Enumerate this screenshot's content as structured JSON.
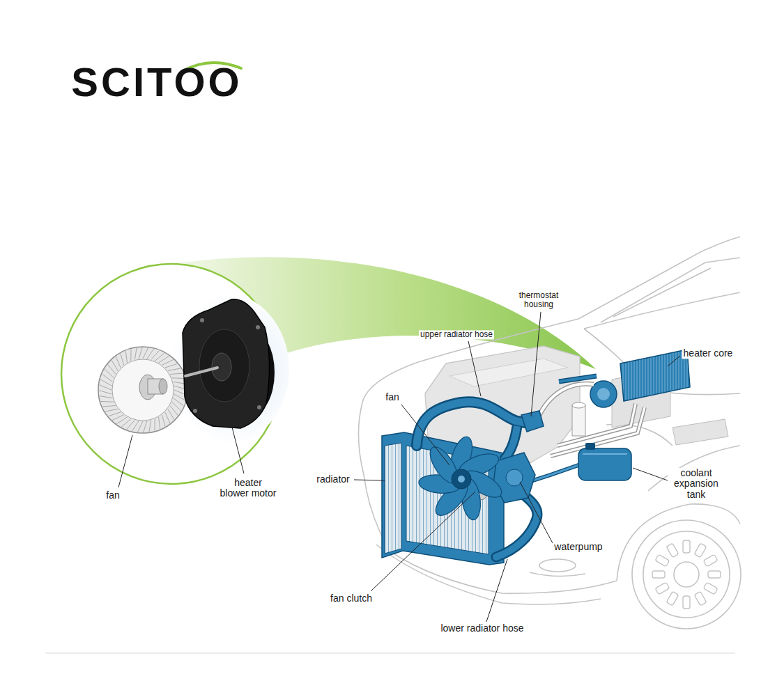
{
  "diagram": {
    "labels": [
      "SCITOO",
      "thermostat housing",
      "upper radiator hose",
      "heater core",
      "fan",
      "fan",
      "heater blower motor",
      "radiator",
      "coolant expansion tank",
      "waterpump",
      "fan clutch",
      "lower radiator hose"
    ]
  }
}
